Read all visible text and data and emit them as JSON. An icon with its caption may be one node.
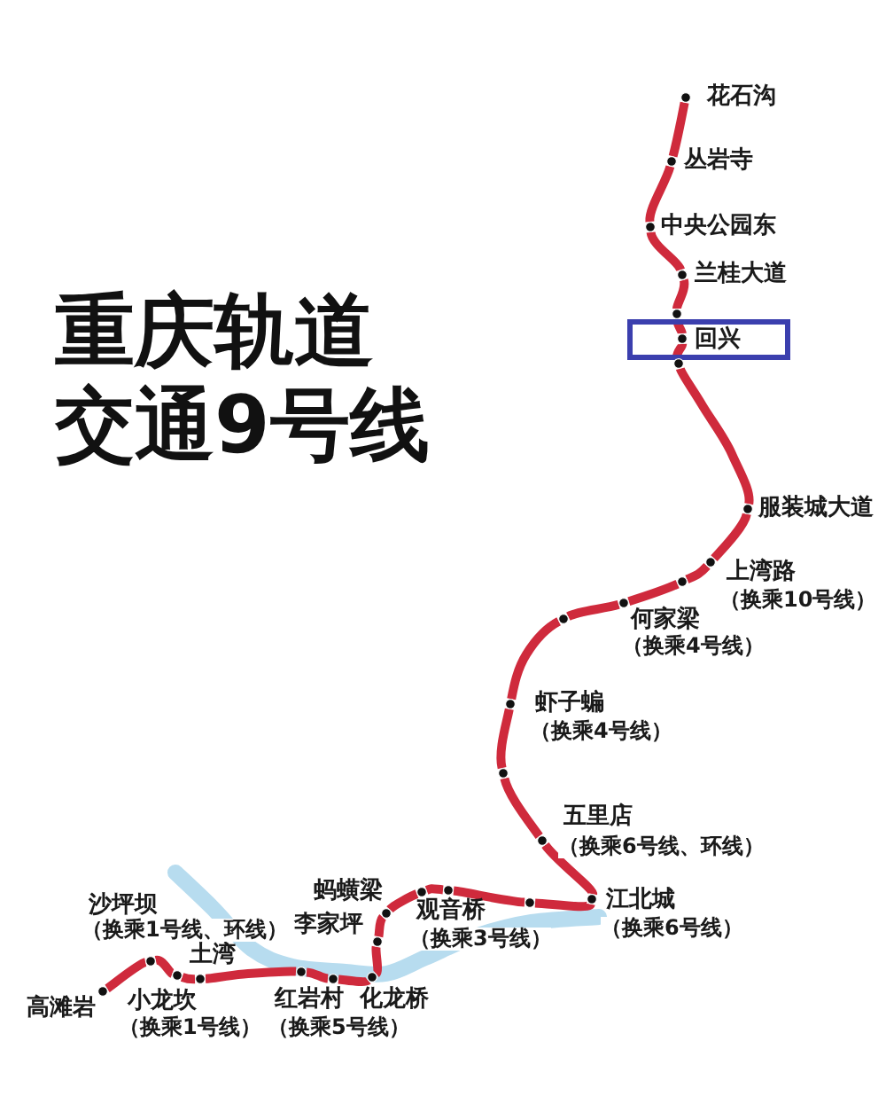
{
  "diagram": {
    "title": "重庆轨道交通9号线",
    "nodes": [
      {
        "text": [],
        "shape": "circle",
        "beside": [
          "花石沟"
        ]
      },
      {
        "text": [],
        "shape": "circle",
        "beside": [
          "丛岩寺"
        ]
      },
      {
        "text": [],
        "shape": "circle",
        "beside": [
          "中央公园东"
        ]
      },
      {
        "text": [],
        "shape": "circle",
        "beside": [
          "兰桂大道"
        ]
      },
      {
        "text": [],
        "shape": "circle"
      },
      {
        "text": [
          "回兴"
        ]
      },
      {
        "text": [],
        "shape": "circle",
        "in": 5
      },
      {
        "text": [],
        "shape": "circle"
      },
      {
        "text": [],
        "shape": "circle",
        "beside": [
          "服装城大道"
        ]
      },
      {
        "text": [],
        "shape": "circle",
        "beside": [
          "上湾路",
          "（换乘10号线）"
        ]
      },
      {
        "text": [],
        "shape": "circle"
      },
      {
        "text": [],
        "shape": "circle",
        "beside": [
          "何家梁",
          "（换乘4号线）"
        ]
      },
      {
        "text": [],
        "shape": "circle"
      },
      {
        "text": [],
        "shape": "circle",
        "beside": [
          "虾子蝙",
          "（换乘4号线）"
        ]
      },
      {
        "text": [],
        "shape": "circle"
      },
      {
        "text": [],
        "shape": "circle",
        "beside": [
          "五里店",
          "（换乘6号线、环线）"
        ]
      },
      {
        "text": [],
        "shape": "circle",
        "beside": [
          "江北城",
          "（换乘6号线）"
        ]
      },
      {
        "text": [],
        "shape": "circle"
      },
      {
        "text": [],
        "shape": "circle",
        "beside": [
          "观音桥",
          "（换乘3号线）"
        ]
      },
      {
        "text": [],
        "shape": "circle"
      },
      {
        "text": [],
        "shape": "circle",
        "beside": [
          "蚂蟥梁"
        ]
      },
      {
        "text": [],
        "shape": "circle",
        "beside": [
          "李家坪"
        ]
      },
      {
        "text": [],
        "shape": "circle",
        "beside": [
          "化龙桥"
        ]
      },
      {
        "text": [],
        "shape": "circle"
      },
      {
        "text": [],
        "shape": "circle",
        "beside": [
          "红岩村",
          "（换乘5号线）"
        ]
      },
      {
        "text": [],
        "shape": "circle",
        "beside": [
          "土湾"
        ]
      },
      {
        "text": [],
        "shape": "circle",
        "beside": [
          "沙坪坝",
          "（换乘1号线、环线）"
        ]
      },
      {
        "text": [],
        "shape": "circle",
        "beside": [
          "小龙坎",
          "（换乘1号线）"
        ]
      },
      {
        "text": [],
        "shape": "circle",
        "beside": [
          "高滩岩"
        ]
      }
    ],
    "edges": [
      {
        "from": 0,
        "to": 1,
        "arrow": "none"
      },
      {
        "from": 1,
        "to": 2,
        "arrow": "none"
      },
      {
        "from": 2,
        "to": 3,
        "arrow": "none"
      },
      {
        "from": 3,
        "to": 4,
        "arrow": "none"
      },
      {
        "from": 4,
        "to": 6,
        "arrow": "none"
      },
      {
        "from": 6,
        "to": 7,
        "arrow": "none"
      },
      {
        "from": 7,
        "to": 8,
        "arrow": "none"
      },
      {
        "from": 8,
        "to": 9,
        "arrow": "none"
      },
      {
        "from": 9,
        "to": 10,
        "arrow": "none"
      },
      {
        "from": 10,
        "to": 11,
        "arrow": "none"
      },
      {
        "from": 11,
        "to": 12,
        "arrow": "none"
      },
      {
        "from": 12,
        "to": 13,
        "arrow": "none"
      },
      {
        "from": 13,
        "to": 14,
        "arrow": "none"
      },
      {
        "from": 14,
        "to": 15,
        "arrow": "none"
      },
      {
        "from": 15,
        "to": 16,
        "arrow": "none"
      },
      {
        "from": 16,
        "to": 17,
        "arrow": "none"
      },
      {
        "from": 17,
        "to": 18,
        "arrow": "none"
      },
      {
        "from": 18,
        "to": 19,
        "arrow": "none"
      },
      {
        "from": 19,
        "to": 20,
        "arrow": "none"
      },
      {
        "from": 20,
        "to": 21,
        "arrow": "none"
      },
      {
        "from": 21,
        "to": 22,
        "arrow": "none"
      },
      {
        "from": 22,
        "to": 23,
        "arrow": "none"
      },
      {
        "from": 23,
        "to": 24,
        "arrow": "none"
      },
      {
        "from": 24,
        "to": 25,
        "arrow": "none"
      },
      {
        "from": 25,
        "to": 26,
        "arrow": "none"
      },
      {
        "from": 26,
        "to": 27,
        "arrow": "none"
      },
      {
        "from": 27,
        "to": 28,
        "arrow": "none"
      }
    ]
  }
}
